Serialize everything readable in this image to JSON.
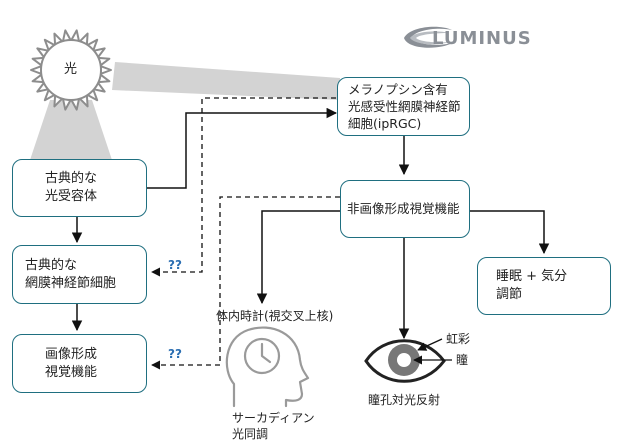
{
  "logo": {
    "text": "LUMINUS"
  },
  "sun": {
    "label": "光"
  },
  "nodes": {
    "classical_photoreceptors": [
      "古典的な",
      "光受容体"
    ],
    "iprgc": [
      "メラノプシン含有",
      "光感受性網膜神経節",
      "細胞(ipRGC)"
    ],
    "non_image_forming": [
      "非画像形成視覚機能"
    ],
    "classical_rgc": [
      "古典的な",
      "網膜神経節細胞"
    ],
    "image_forming": [
      "画像形成",
      "視覚機能"
    ],
    "sleep_mood": [
      "睡眠 + 気分",
      "調節"
    ]
  },
  "labels": {
    "body_clock": "体内時計(視交叉上核)",
    "circadian": [
      "サーカディアン",
      "光同調"
    ],
    "pupil_reflex": "瞳孔対光反射",
    "iris": "虹彩",
    "pupil": "瞳",
    "unknown_1": "??",
    "unknown_2": "??"
  },
  "colors": {
    "box_border": "#1f6f80",
    "arrow": "#111111",
    "beam": "#d3d3d3",
    "question": "#2c6fb2",
    "icon": "#9a9a9a",
    "logo": "#8a8f96"
  }
}
